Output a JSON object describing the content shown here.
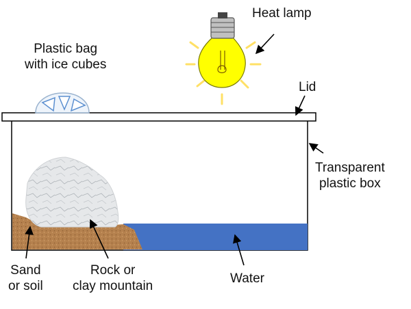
{
  "colors": {
    "water": "#4472c4",
    "sand": "#b5814e",
    "bulb": "#ffff00",
    "rays": "#ffe066",
    "box_outline": "#000000"
  },
  "labels": {
    "heat_lamp": "Heat lamp",
    "plastic_bag": [
      "Plastic bag",
      "with ice cubes"
    ],
    "lid": "Lid",
    "box": [
      "Transparent",
      "plastic box"
    ],
    "sand": [
      "Sand",
      "or soil"
    ],
    "rock": [
      "Rock or",
      "clay mountain"
    ],
    "water": "Water"
  }
}
